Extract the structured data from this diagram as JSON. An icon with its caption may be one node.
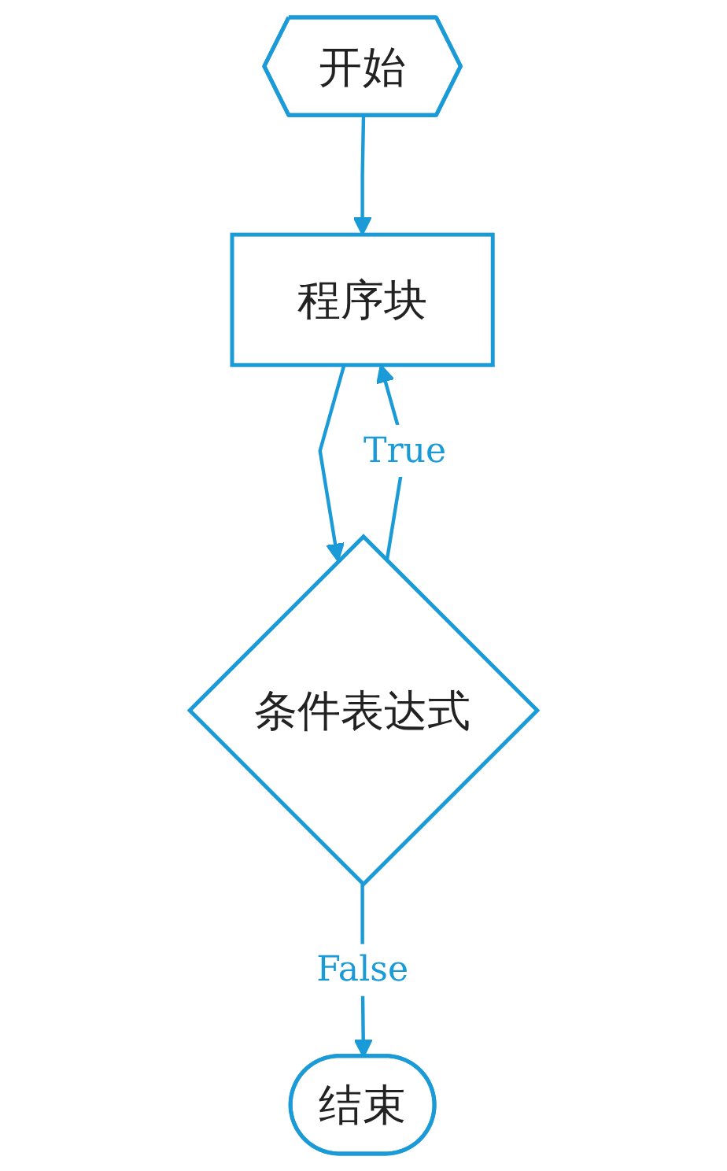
{
  "diagram": {
    "nodes": [
      {
        "text": [
          "开始"
        ]
      },
      {
        "text": [
          "程序块"
        ]
      },
      {
        "text": [
          "条件表达式"
        ]
      },
      {
        "text": [
          "结束"
        ]
      }
    ],
    "edges": [
      {
        "from": 0,
        "to": 1,
        "arrow": "to"
      },
      {
        "from": 1,
        "to": 2,
        "arrow": "to"
      },
      {
        "from": 2,
        "to": 1,
        "arrow": "to",
        "label": "True"
      },
      {
        "from": 2,
        "to": 3,
        "arrow": "to",
        "label": "False"
      }
    ]
  }
}
